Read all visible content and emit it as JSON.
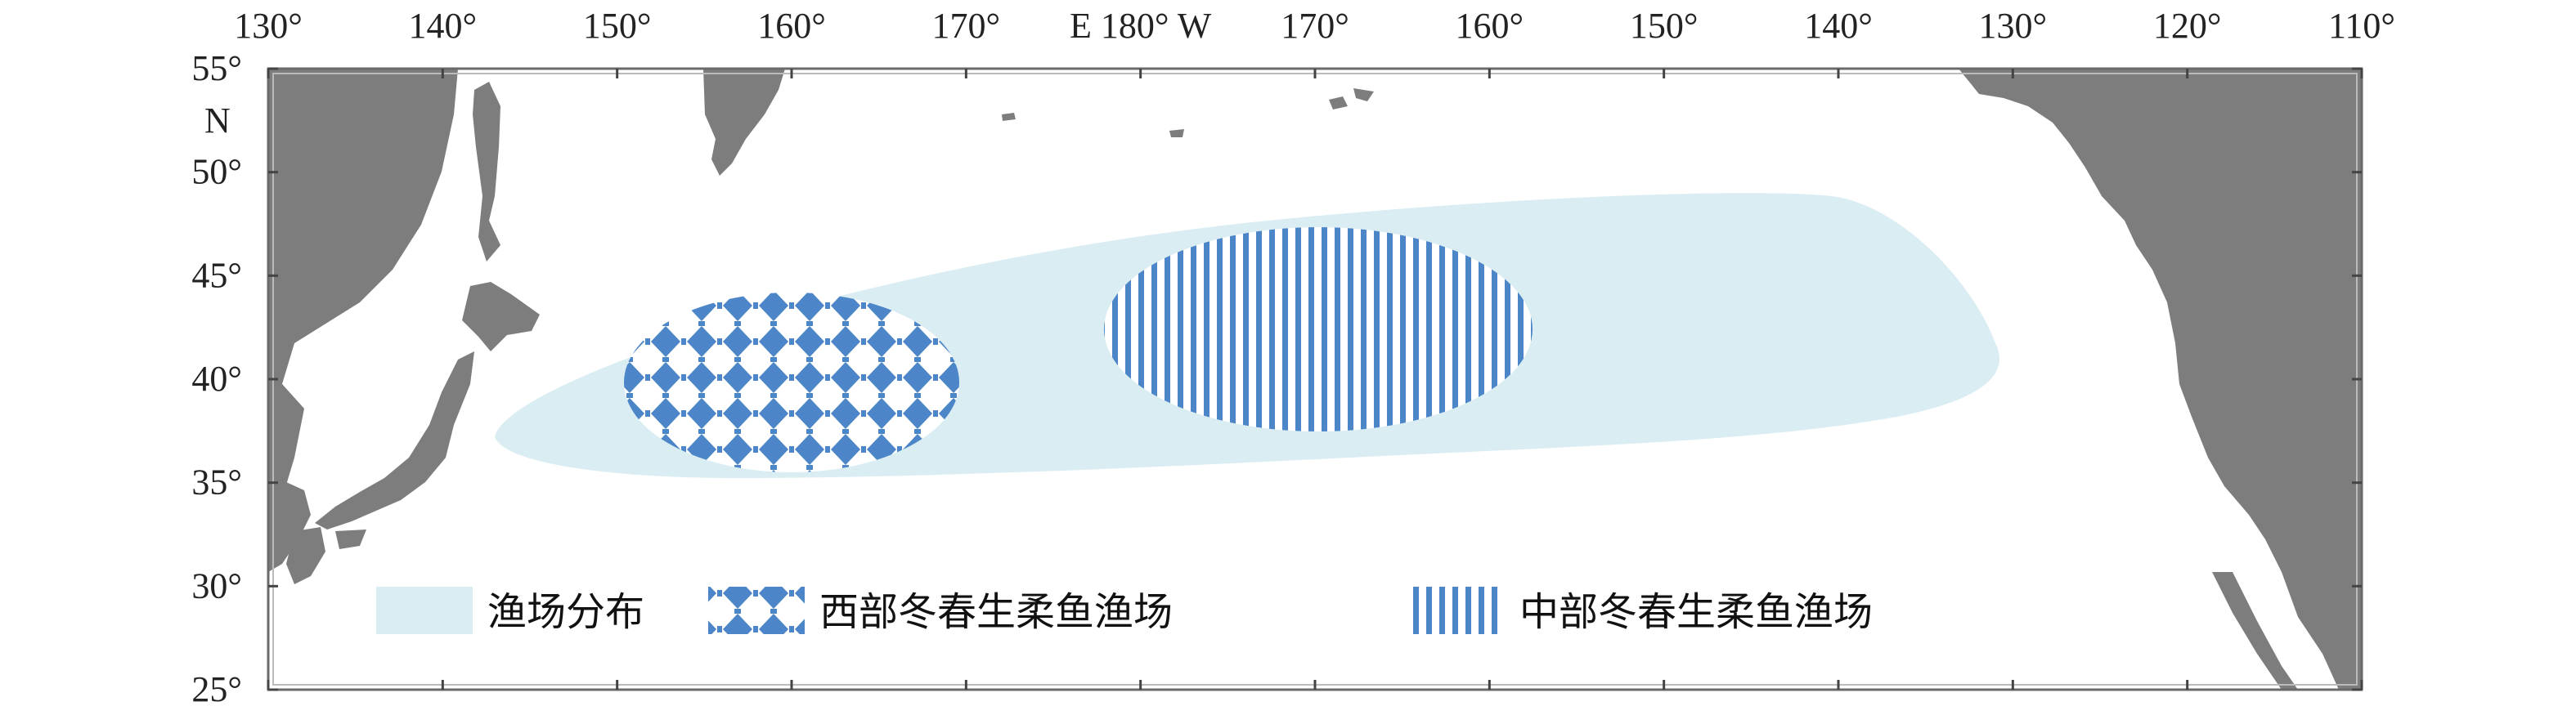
{
  "map": {
    "top_axis_labels": [
      "130°",
      "140°",
      "150°",
      "160°",
      "170°",
      "E 180° W",
      "170°",
      "160°",
      "150°",
      "140°",
      "130°",
      "120°",
      "110°"
    ],
    "left_axis_labels": [
      "55°",
      "50°",
      "45°",
      "40°",
      "35°",
      "30°",
      "25°"
    ],
    "north_label": "N",
    "colors": {
      "land": "#7d7d7d",
      "ocean": "#ffffff",
      "fishing_ground": "#daedf2",
      "west_pattern": "#4d86c8",
      "central_pattern": "#4d86c8",
      "frame": "#6a6a6a"
    }
  },
  "legend": {
    "items": [
      {
        "label": "渔场分布",
        "swatch": "solid-light-blue"
      },
      {
        "label": "西部冬春生柔鱼渔场",
        "swatch": "blue-diamond-grid"
      },
      {
        "label": "中部冬春生柔鱼渔场",
        "swatch": "blue-vertical-stripes"
      }
    ]
  }
}
